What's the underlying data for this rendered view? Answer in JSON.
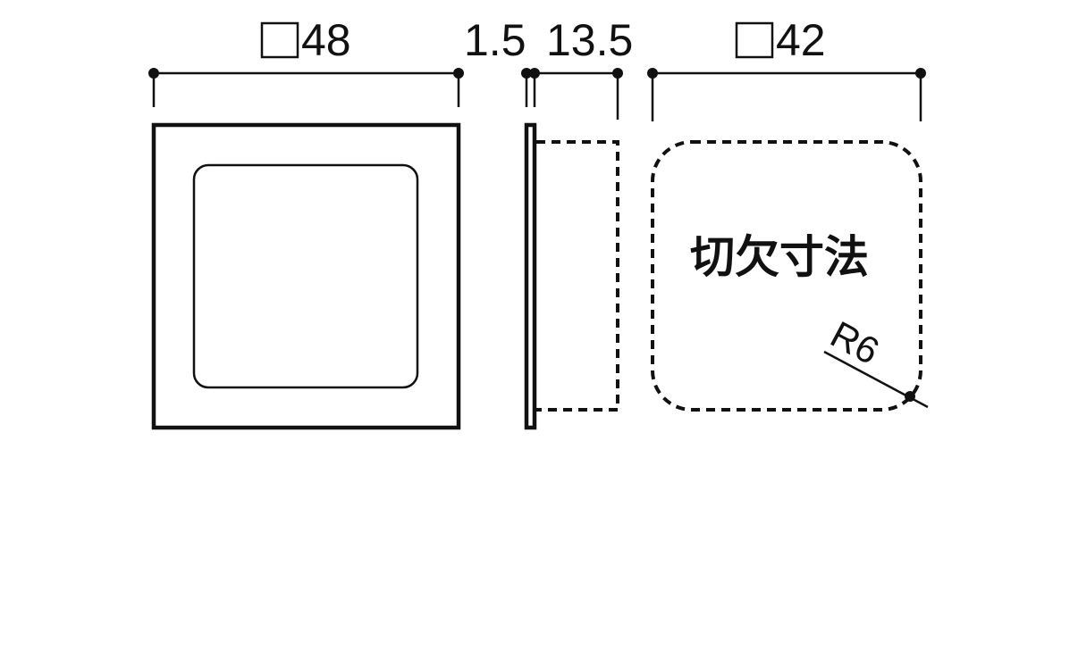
{
  "dimensions": {
    "front_width_label": "48",
    "flange_thickness_label": "1.5",
    "body_depth_label": "13.5",
    "cutout_width_label": "42",
    "corner_radius_label": "R6"
  },
  "cutout": {
    "label": "切欠寸法"
  }
}
